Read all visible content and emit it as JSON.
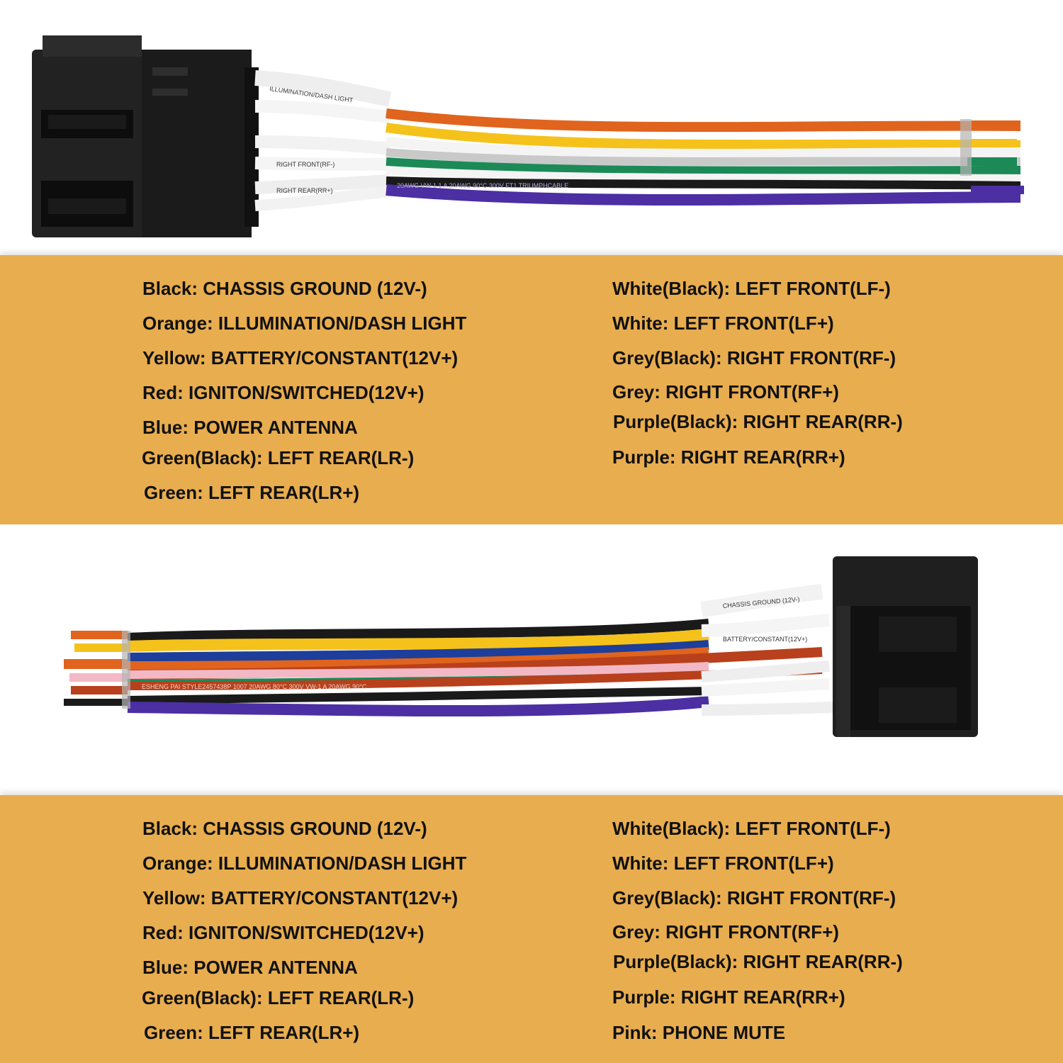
{
  "palette": {
    "band_bg": "#e8ad4f",
    "connector": "#1f1f1f",
    "wire_colors": {
      "black": "#1a1a1a",
      "orange": "#e0641e",
      "yellow": "#f5c21b",
      "red": "#b8401c",
      "blue": "#1d3e9a",
      "green": "#1c8a57",
      "white": "#f4f4f4",
      "grey": "#c9c9c9",
      "purple": "#4b2fa3",
      "pink": "#f2b8c6"
    }
  },
  "top_harness": {
    "connector_icon": "iso-female-connector-icon",
    "sleeve_labels": [
      "ILLUMINATION/DASH LIGHT",
      "RIGHT FRONT(RF-)",
      "RIGHT REAR(RR+)"
    ],
    "cable_print": "20AWG  VW-1  1  A  20AWG  90°C  300V  FT1  TRIUMPHCABLE"
  },
  "bottom_harness": {
    "connector_icon": "iso-female-connector-icon",
    "sleeve_labels": [
      "CHASSIS GROUND (12V-)",
      "BATTERY/CONSTANT(12V+)"
    ],
    "cable_print": "ESHENG  PAI  STYLE2457438P  1007  20AWG  80°C  300V  VW-1  A  20AWG  90°C"
  },
  "legend_top": {
    "left": [
      "Black: CHASSIS GROUND (12V-)",
      "Orange: ILLUMINATION/DASH LIGHT",
      "Yellow: BATTERY/CONSTANT(12V+)",
      "Red: IGNITON/SWITCHED(12V+)",
      "Blue: POWER ANTENNA",
      "Green(Black): LEFT REAR(LR-)",
      "Green: LEFT REAR(LR+)"
    ],
    "right": [
      "White(Black): LEFT FRONT(LF-)",
      "White: LEFT FRONT(LF+)",
      "Grey(Black): RIGHT FRONT(RF-)",
      "Grey: RIGHT FRONT(RF+)",
      "Purple(Black): RIGHT REAR(RR-)",
      "Purple: RIGHT REAR(RR+)"
    ]
  },
  "legend_bottom": {
    "left": [
      "Black: CHASSIS GROUND (12V-)",
      "Orange: ILLUMINATION/DASH LIGHT",
      "Yellow: BATTERY/CONSTANT(12V+)",
      "Red: IGNITON/SWITCHED(12V+)",
      "Blue: POWER ANTENNA",
      "Green(Black): LEFT REAR(LR-)",
      "Green: LEFT REAR(LR+)"
    ],
    "right": [
      "White(Black): LEFT FRONT(LF-)",
      "White: LEFT FRONT(LF+)",
      "Grey(Black): RIGHT FRONT(RF-)",
      "Grey: RIGHT FRONT(RF+)",
      "Purple(Black): RIGHT REAR(RR-)",
      "Purple: RIGHT REAR(RR+)",
      "Pink: PHONE MUTE"
    ]
  }
}
